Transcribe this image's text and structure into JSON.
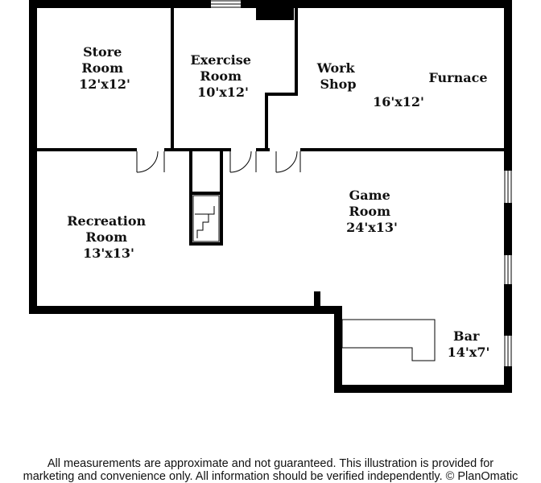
{
  "rooms": [
    {
      "id": "store",
      "lines": [
        "Store",
        "Room",
        "12'x12'"
      ]
    },
    {
      "id": "exercise",
      "lines": [
        "Exercise",
        "Room",
        "10'x12'"
      ]
    },
    {
      "id": "workshop",
      "lines": [
        "Work",
        "Shop"
      ]
    },
    {
      "id": "furnace",
      "lines": [
        "Furnace"
      ]
    },
    {
      "id": "workshop-size",
      "lines": [
        "16'x12'"
      ]
    },
    {
      "id": "recreation",
      "lines": [
        "Recreation",
        "Room",
        "13'x13'"
      ]
    },
    {
      "id": "game",
      "lines": [
        "Game",
        "Room",
        "24'x13'"
      ]
    },
    {
      "id": "bar",
      "lines": [
        "Bar",
        "14'x7'"
      ]
    }
  ],
  "disclaimer": {
    "line1": "All measurements are approximate and not guaranteed. This illustration is provided for",
    "line2": "marketing and convenience only. All information should be verified independently. © PlanOmatic"
  },
  "colors": {
    "wall": "#000000",
    "background": "#ffffff",
    "text": "#111111"
  }
}
